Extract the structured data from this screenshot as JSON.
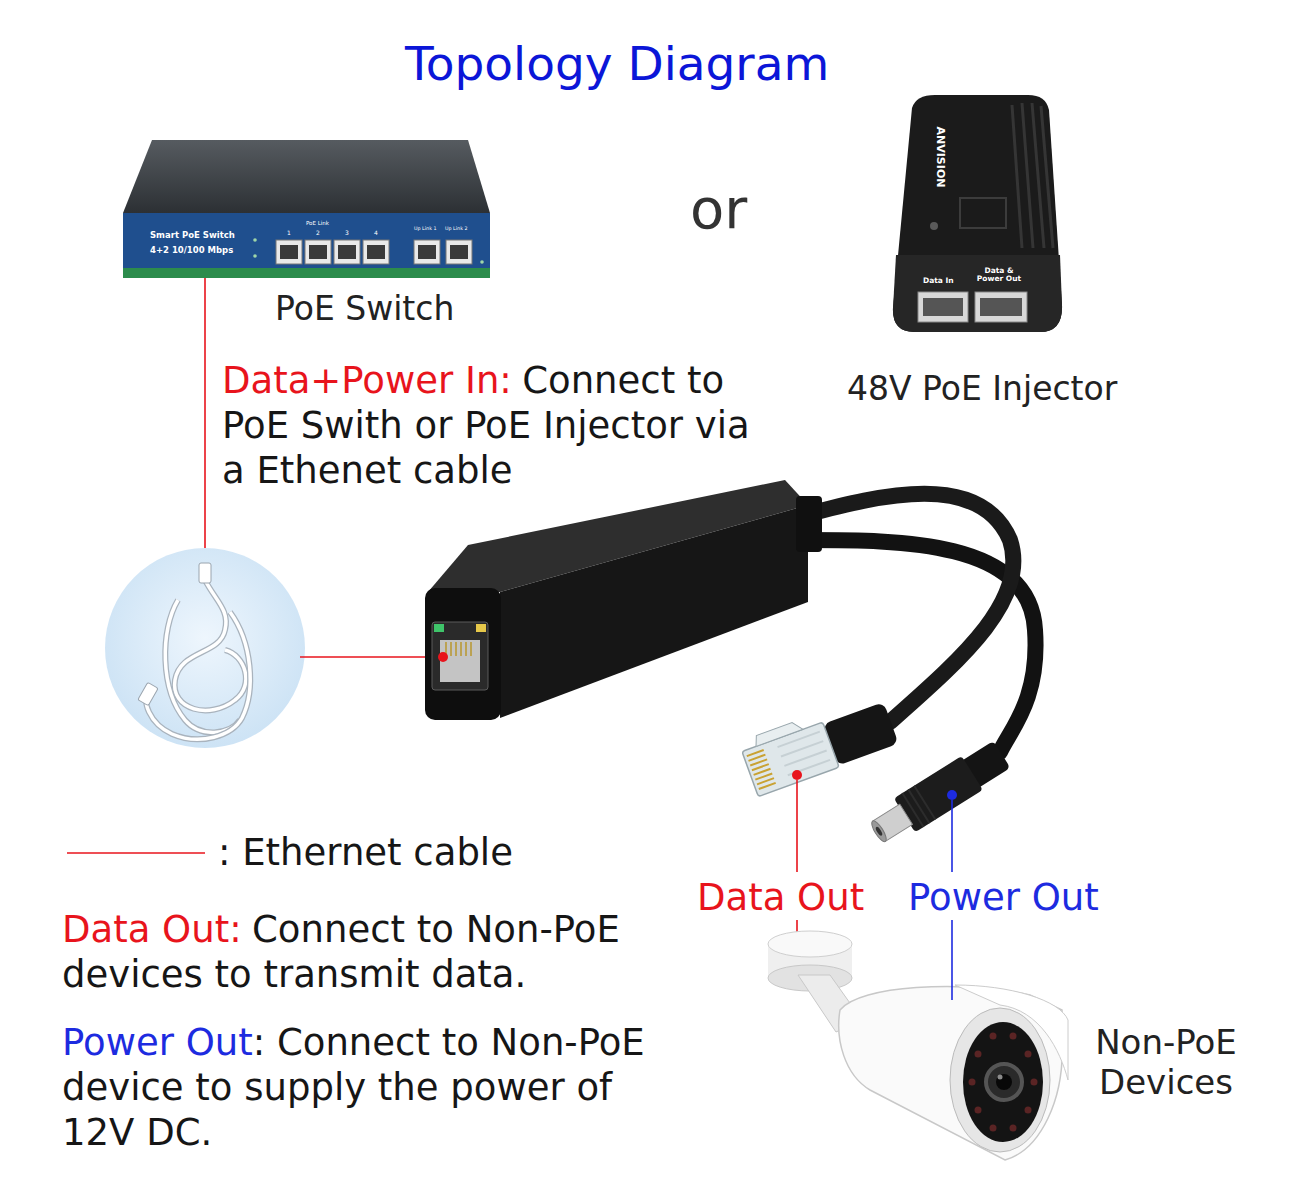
{
  "diagram": {
    "title": "Topology Diagram",
    "nodes": [
      {
        "text": [
          "Smart PoE Switch",
          "4+2 10/100 Mbps",
          "PoE Link",
          "1",
          "2",
          "3",
          "4",
          "Up Link 1",
          "Up Link 2",
          "PoE Switch"
        ]
      },
      {
        "text": [
          "ANVISION",
          "Data In",
          "Data & Power Out",
          "48V PoE Injector"
        ]
      },
      {
        "text": [
          "Non-PoE Devices"
        ]
      }
    ],
    "labels": [
      "or",
      "Data+Power In:",
      "Connect to PoE Swith or PoE Injector via a Ethenet cable",
      "Data Out",
      "Power Out",
      "Data Out:",
      "Connect to Non-PoE devices to transmit data.",
      "Power Out",
      ": Connect to Non-PoE device to supply the power of 12V DC."
    ],
    "legend": [
      {
        "text": ": Ethernet cable"
      }
    ]
  }
}
